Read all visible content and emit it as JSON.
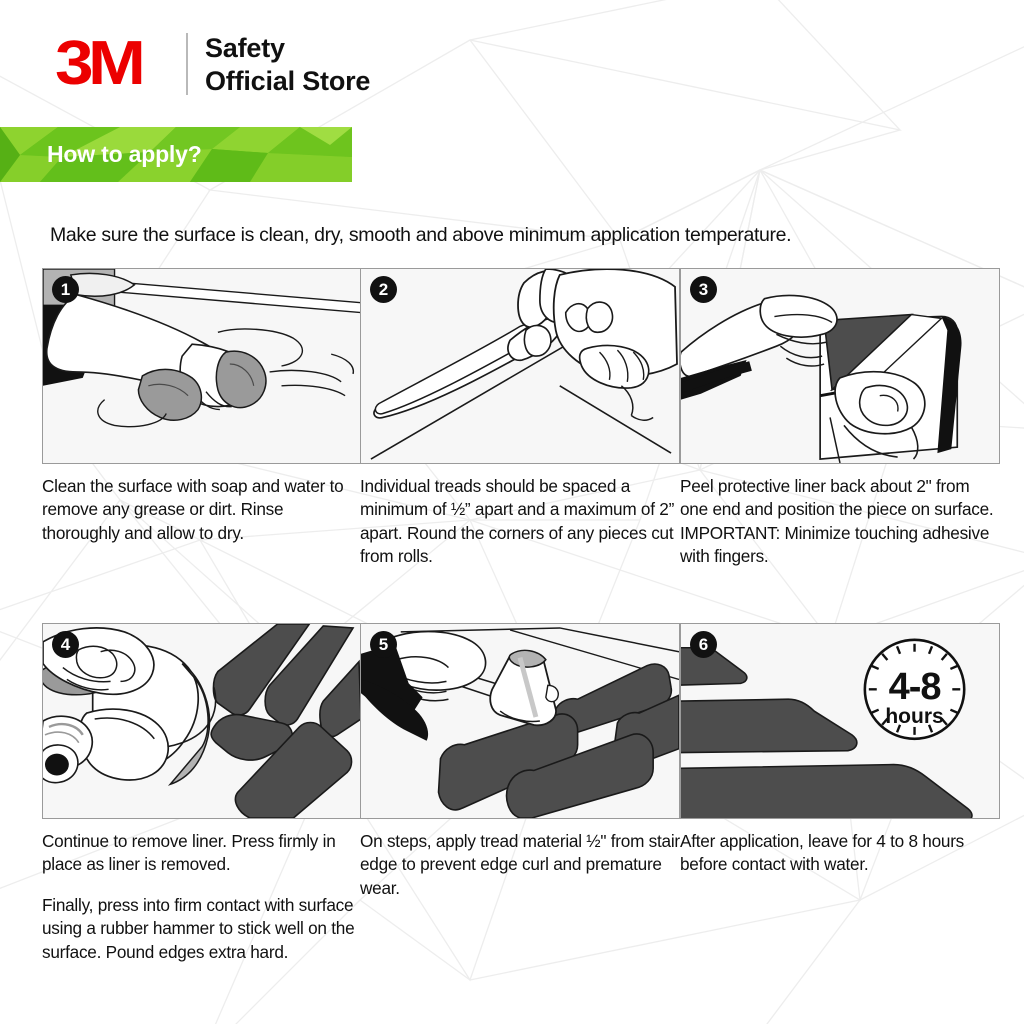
{
  "header": {
    "logo": "3M",
    "brand_line1": "Safety",
    "brand_line2": "Official Store",
    "logo_color": "#EC0000",
    "divider_color": "#b9b9b9"
  },
  "banner": {
    "label": "How to apply?",
    "color": "#5ec017",
    "text_color": "#ffffff"
  },
  "intro": "Make sure the surface is clean, dry, smooth and above minimum application temperature.",
  "steps": [
    {
      "number": "1",
      "illustration": "hand-wiping-surface-with-cloth",
      "caption_paragraphs": [
        "Clean the surface with soap and water to remove any grease or dirt. Rinse thoroughly and allow to dry."
      ]
    },
    {
      "number": "2",
      "illustration": "hand-cutting-tread-with-scissors",
      "caption_paragraphs": [
        "Individual treads should be spaced a minimum of ½” apart and a maximum of 2” apart. Round the corners of any pieces cut from rolls."
      ]
    },
    {
      "number": "3",
      "illustration": "hands-peeling-protective-liner",
      "caption_paragraphs": [
        "Peel protective liner back about 2\" from one end and position the piece on surface.",
        "IMPORTANT: Minimize touching adhesive with fingers."
      ]
    },
    {
      "number": "4",
      "illustration": "hand-removing-liner-from-roll-over-treads",
      "caption_paragraphs": [
        "Continue to remove liner. Press firmly in place as liner is removed.",
        "Finally, press into firm contact with surface using a rubber hammer to stick well on the surface. Pound edges extra hard."
      ]
    },
    {
      "number": "5",
      "illustration": "hand-with-rubber-mallet-pounding-treads",
      "caption_paragraphs": [
        "On steps, apply tread material ½\" from stair edge to prevent edge curl and premature wear."
      ]
    },
    {
      "number": "6",
      "illustration": "stair-treads-with-clock",
      "clock": {
        "value": "4-8",
        "unit": "hours",
        "tick_count": 16
      },
      "caption_paragraphs": [
        "After application, leave for 4 to 8 hours before contact with water."
      ]
    }
  ],
  "colors": {
    "panel_border": "#9a9a9a",
    "panel_bg": "#f7f7f7",
    "tread_dark": "#4d4d4d",
    "ink": "#111111",
    "watermark_line": "#ececec"
  }
}
